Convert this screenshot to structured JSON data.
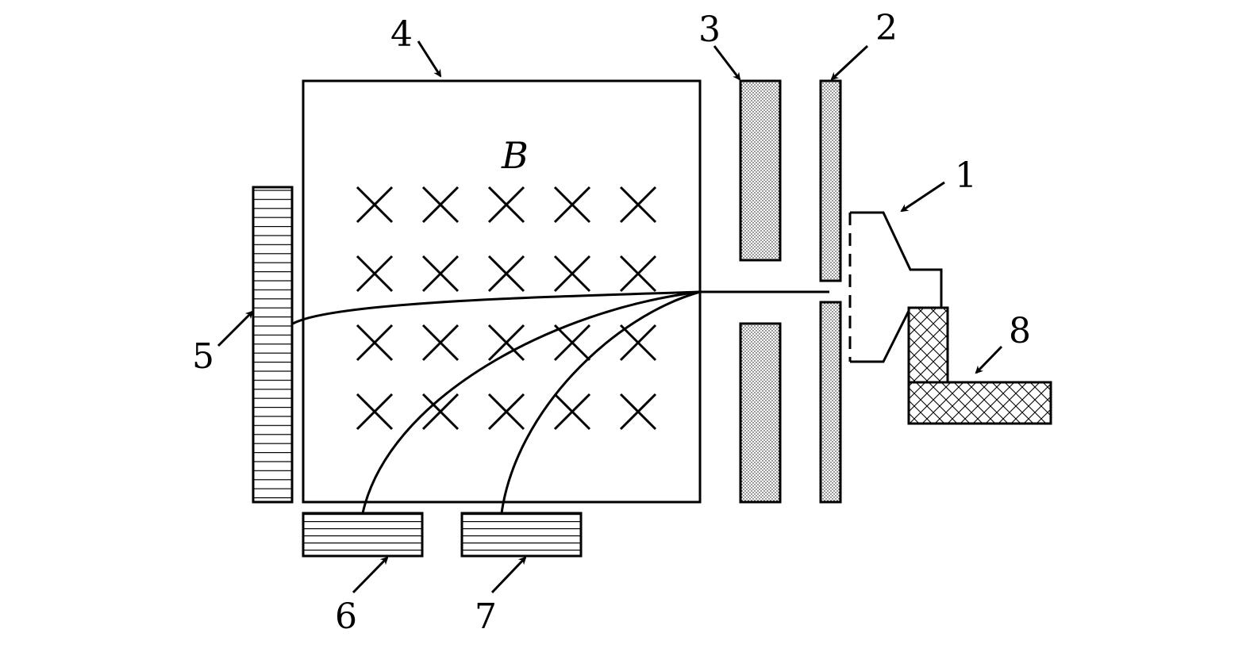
{
  "field_label": "B",
  "callouts": [
    {
      "id": "1",
      "text": "1"
    },
    {
      "id": "2",
      "text": "2"
    },
    {
      "id": "3",
      "text": "3"
    },
    {
      "id": "4",
      "text": "4"
    },
    {
      "id": "5",
      "text": "5"
    },
    {
      "id": "6",
      "text": "6"
    },
    {
      "id": "7",
      "text": "7"
    },
    {
      "id": "8",
      "text": "8"
    }
  ],
  "field_marks": {
    "rows": 4,
    "cols": 5,
    "symbol": "cross"
  },
  "colors": {
    "stroke": "#000000",
    "background": "#ffffff"
  }
}
